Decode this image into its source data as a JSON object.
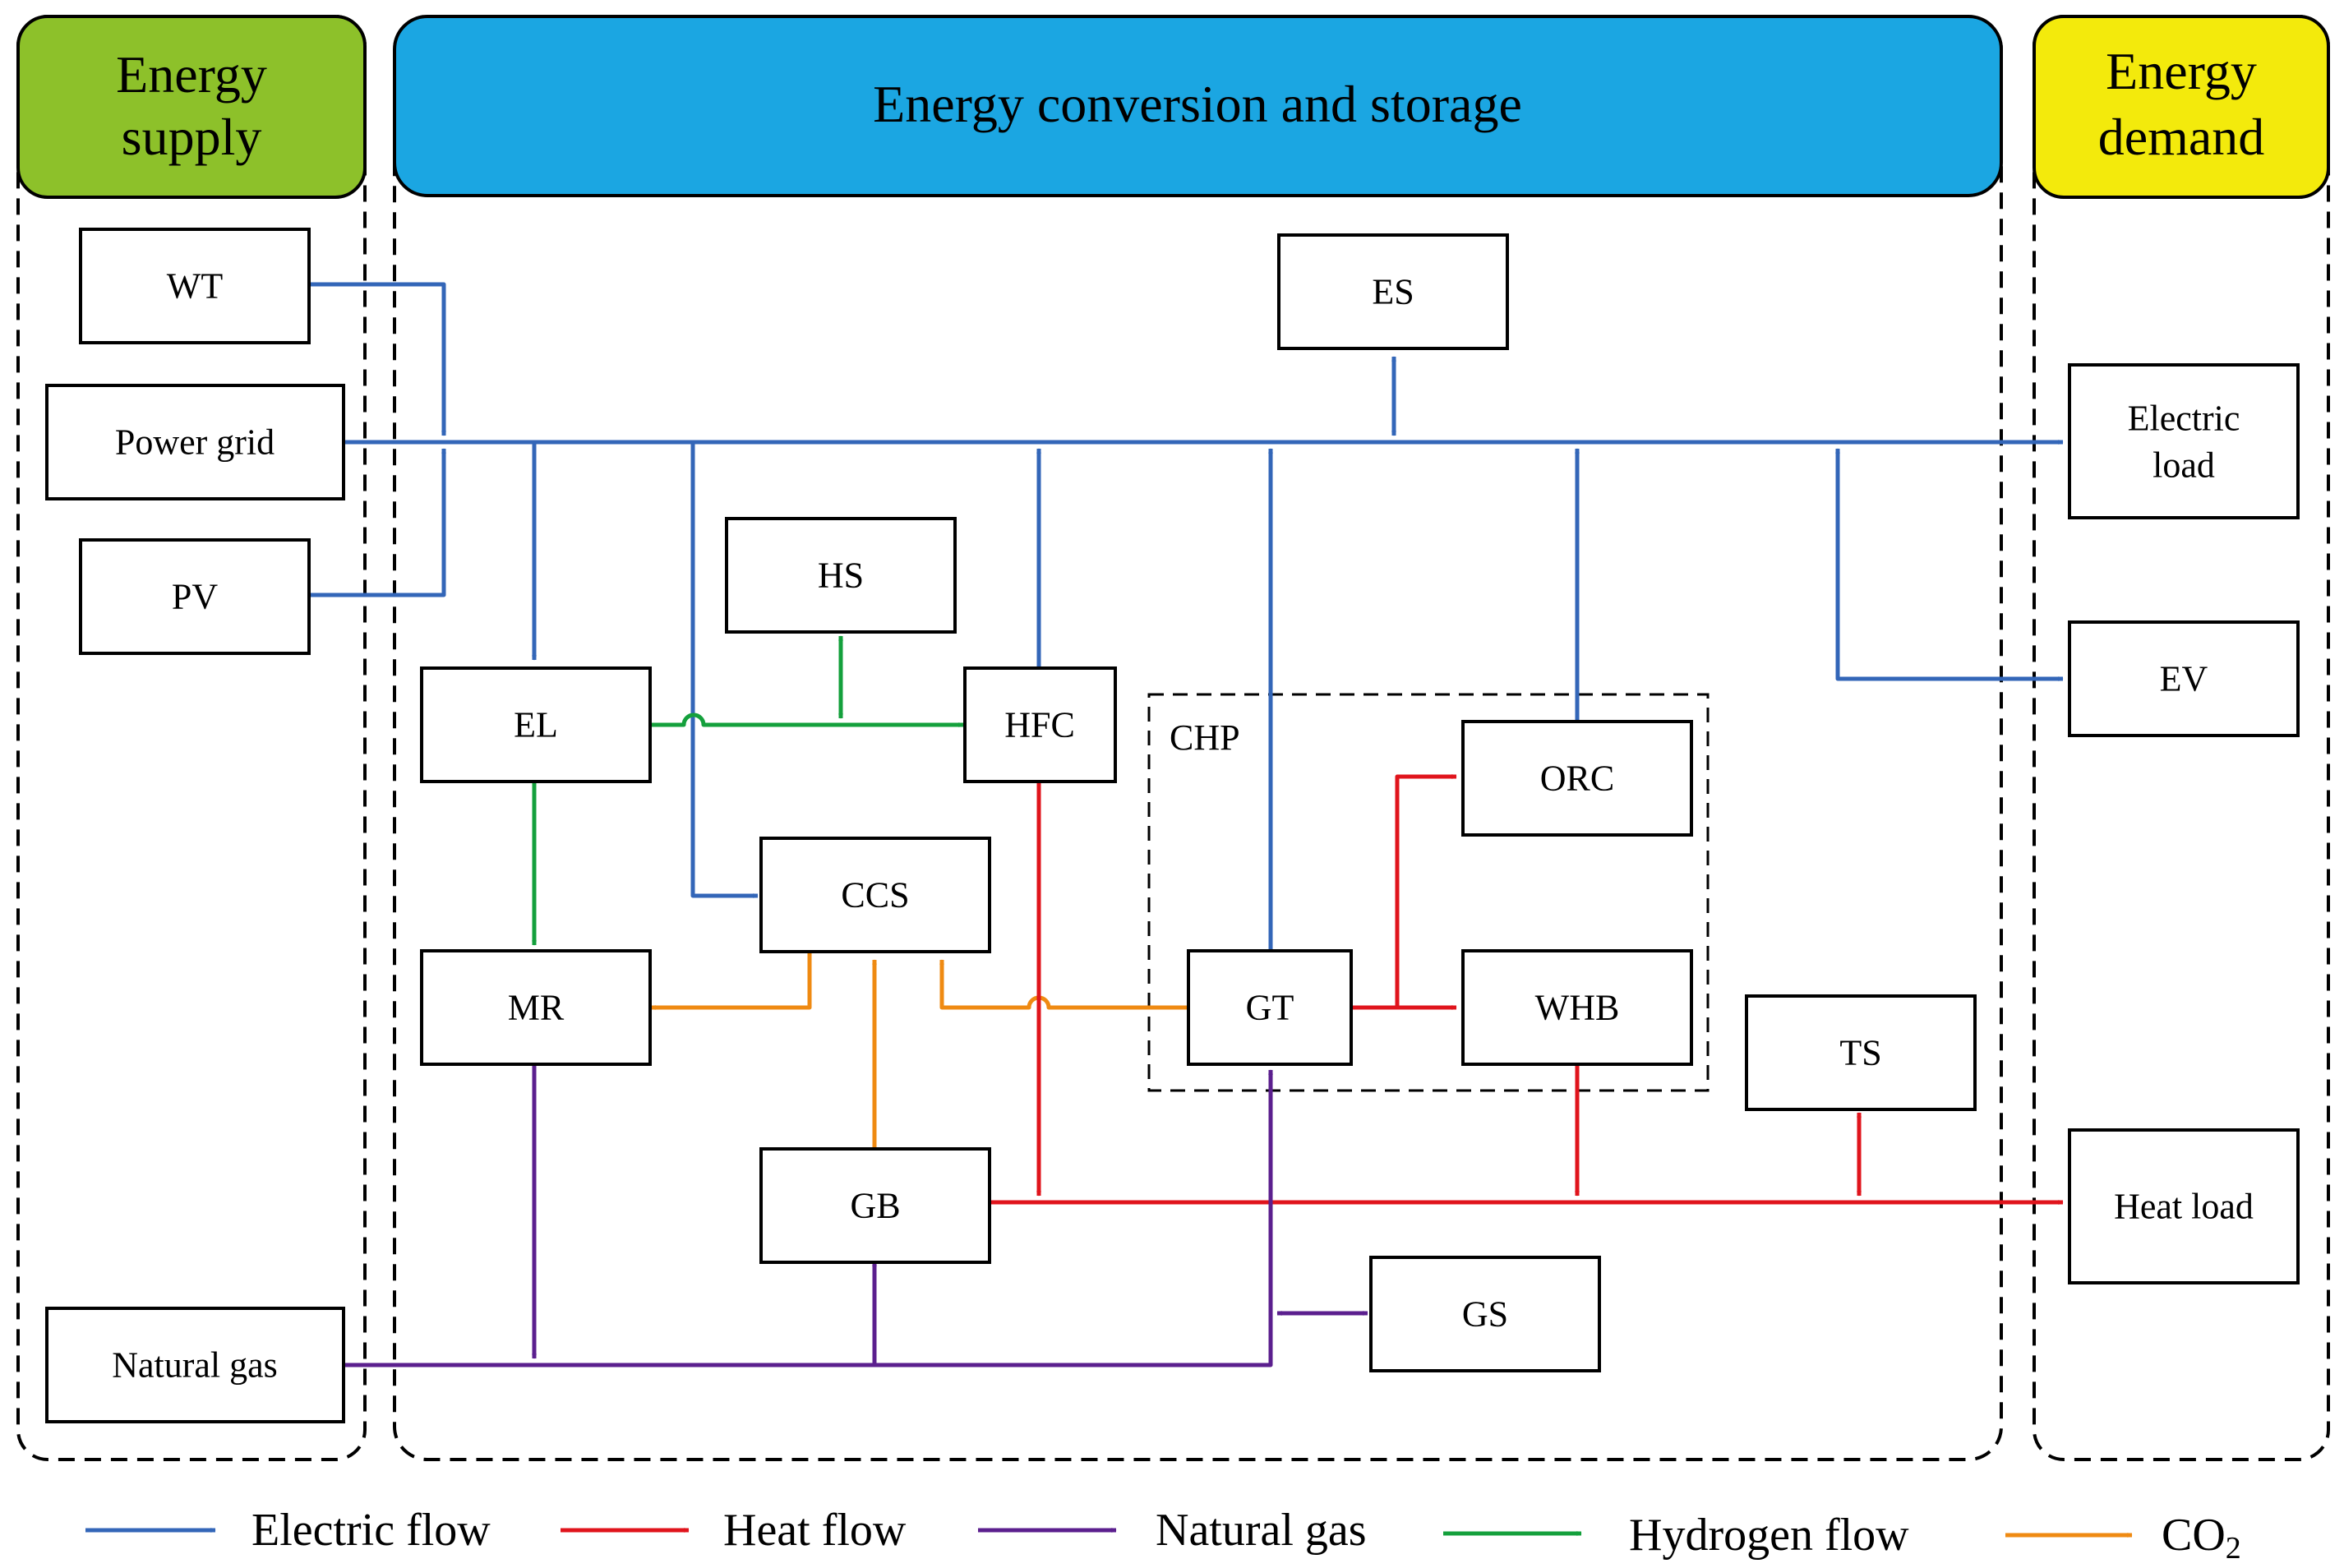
{
  "colors": {
    "electric": "#3366b8",
    "heat": "#e0141c",
    "gas": "#5b1f8e",
    "hydrogen": "#14a03c",
    "co2": "#ef8a12",
    "supply_header": "#8dc12a",
    "conversion_header": "#1ba6e2",
    "demand_header": "#f3ea0c"
  },
  "panels": {
    "supply": {
      "title_line1": "Energy",
      "title_line2": "supply"
    },
    "conversion": {
      "title": "Energy conversion and storage"
    },
    "demand": {
      "title_line1": "Energy",
      "title_line2": "demand"
    }
  },
  "nodes": {
    "wt": "WT",
    "power_grid": "Power grid",
    "pv": "PV",
    "natural_gas": "Natural gas",
    "es": "ES",
    "hs": "HS",
    "el": "EL",
    "hfc": "HFC",
    "ccs": "CCS",
    "mr": "MR",
    "gb": "GB",
    "gt": "GT",
    "orc": "ORC",
    "whb": "WHB",
    "ts": "TS",
    "gs": "GS",
    "chp": "CHP",
    "electric_load_line1": "Electric",
    "electric_load_line2": "load",
    "ev": "EV",
    "heat_load": "Heat load"
  },
  "legend": {
    "electric": "Electric flow",
    "heat": "Heat flow",
    "gas": "Natural gas",
    "hydrogen": "Hydrogen flow",
    "co2": "CO",
    "co2_subscript": "2"
  }
}
